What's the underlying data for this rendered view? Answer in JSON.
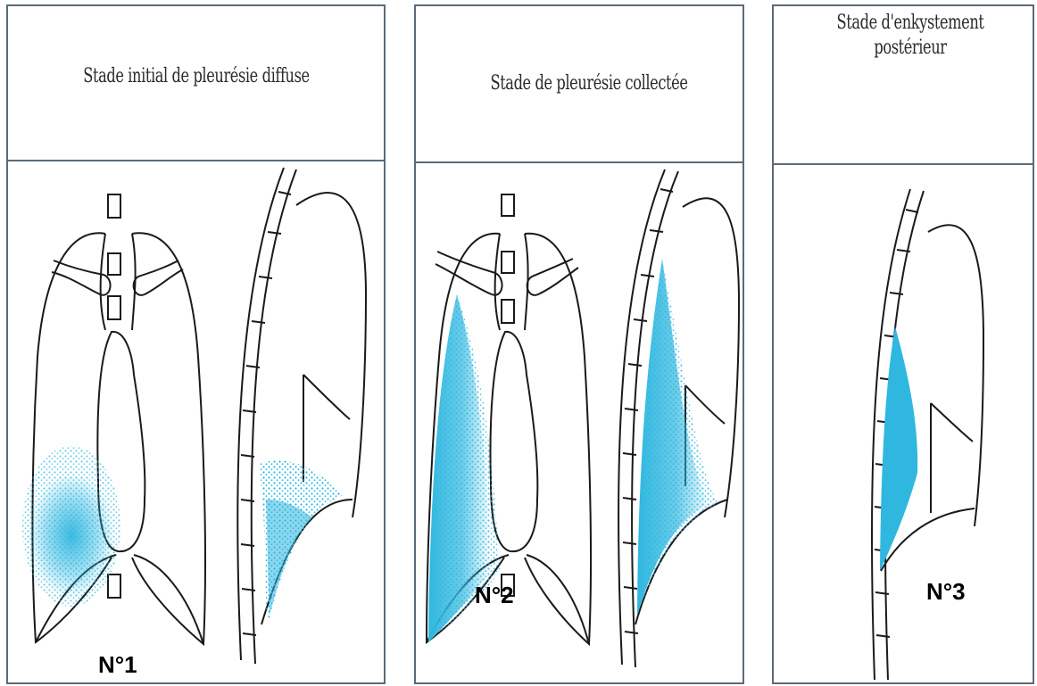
{
  "panels": [
    {
      "title": "Stade initial de pleurésie diffuse",
      "label": "N°1"
    },
    {
      "title": "Stade de pleurésie collectée",
      "label": "N°2"
    },
    {
      "title": "Stade d'enkystement postérieur",
      "label": "N°3"
    }
  ],
  "colors": {
    "effusion": "#2fb7e0",
    "ink": "#1a1a1a",
    "frame": "#5a6b78"
  }
}
